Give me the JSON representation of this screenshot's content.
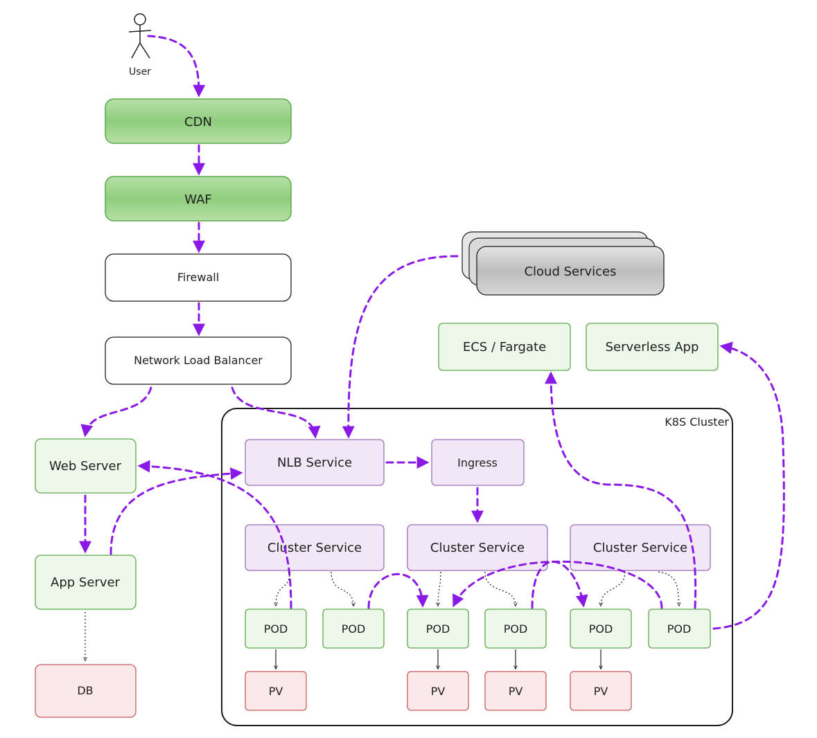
{
  "labels": {
    "user": "User",
    "cdn": "CDN",
    "waf": "WAF",
    "firewall": "Firewall",
    "nlb": "Network Load Balancer",
    "web_server": "Web Server",
    "app_server": "App Server",
    "db": "DB",
    "cloud_services": "Cloud Services",
    "ecs": "ECS / Fargate",
    "serverless": "Serverless App",
    "k8s_cluster": "K8S Cluster",
    "nlb_service": "NLB Service",
    "ingress": "Ingress",
    "cluster_service": "Cluster Service",
    "pod": "POD",
    "pv": "PV"
  },
  "colors": {
    "flow_arrow": "#8a19e6",
    "green_fill": "#a9d99a",
    "green_light": "#eef8ea",
    "green_stroke": "#5ba84a",
    "purple_fill": "#f1e7f6",
    "purple_stroke": "#9b6fb8",
    "red_fill": "#fbe9e9",
    "red_stroke": "#c85a5a",
    "gray_fill": "#c8c8c8"
  }
}
